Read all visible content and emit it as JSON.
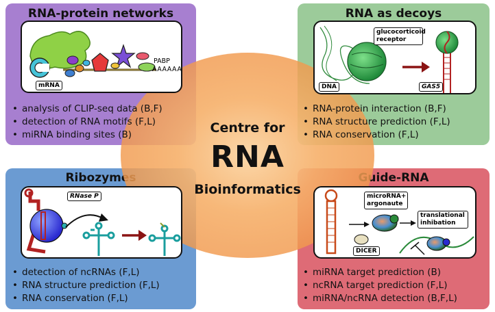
{
  "center": {
    "line1": "Centre for",
    "line2": "RNA",
    "line3": "Bioinformatics"
  },
  "colors": {
    "purple": "#a77fd0",
    "green": "#9ccb9a",
    "blue": "#6b9bd2",
    "red": "#de6b76",
    "orange_center": "#f3a35a"
  },
  "panels": {
    "networks": {
      "title": "RNA-protein networks",
      "labels": {
        "mrna": "mRNA",
        "pabp": "PABP",
        "polya": "AAAAAA"
      },
      "bullets": [
        "analysis of CLIP-seq data (B,F)",
        "detection of RNA motifs (F,L)",
        "miRNA binding sites (B)"
      ]
    },
    "decoys": {
      "title": "RNA as decoys",
      "labels": {
        "receptor": "glucocorticoid receptor",
        "dna": "DNA",
        "gas5": "GAS5"
      },
      "bullets": [
        "RNA-protein interaction (B,F)",
        "RNA structure prediction (F,L)",
        "RNA conservation (F,L)"
      ]
    },
    "ribozymes": {
      "title": "Ribozymes",
      "labels": {
        "rnasep": "RNase P"
      },
      "bullets": [
        "detection of ncRNAs (F,L)",
        "RNA structure prediction (F,L)",
        "RNA conservation (F,L)"
      ]
    },
    "guide": {
      "title": "Guide-RNA",
      "labels": {
        "mirna": "microRNA+ argonaute",
        "dicer": "DICER",
        "inhibition": "translational inhibation"
      },
      "bullets": [
        "miRNA target prediction (B)",
        "ncRNA target prediction (F,L)",
        "miRNA/ncRNA detection (B,F,L)"
      ]
    }
  }
}
